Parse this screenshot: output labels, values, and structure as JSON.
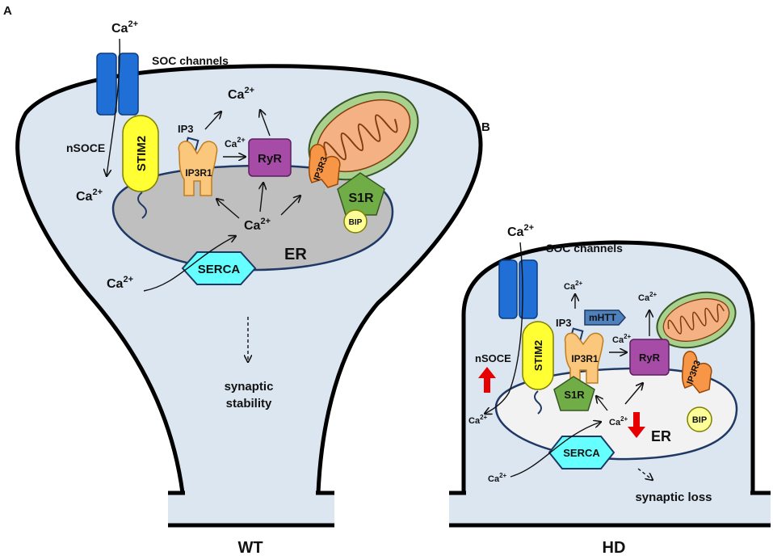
{
  "colors": {
    "cytosol": "#dce6f1",
    "membrane": "#000000",
    "er_wt": "#bfbfbf",
    "er_hd": "#f2f2f2",
    "er_border": "#1f3864",
    "soc_channel": "#1f6fd6",
    "stim2": "#ffff33",
    "ip3r1": "#fac77d",
    "ryr": "#a64ca6",
    "ip3r3": "#f79646",
    "s1r": "#70ad47",
    "bip": "#ffff99",
    "serca": "#66ffff",
    "mhtt": "#4f81bd",
    "mito_outer": "#a9d18e",
    "mito_inner": "#f4b183",
    "increase_arrow": "#e60000"
  },
  "panel_a": {
    "label": "A",
    "ca_top": "Ca",
    "ca_charge": "2+",
    "soc": "SOC channels",
    "nsoce": "nSOCE",
    "stim2": "STIM2",
    "ip3": "IP3",
    "ip3r1": "IP3R1",
    "ryr": "RyR",
    "ip3r3": "IP3R3",
    "s1r": "S1R",
    "bip": "BIP",
    "serca": "SERCA",
    "er": "ER",
    "ca_up": "Ca",
    "ca_mid": "Ca",
    "ca_er": "Ca",
    "ca_cyto": "Ca",
    "ca_serca": "Ca",
    "outcome_1": "synaptic",
    "outcome_2": "stability",
    "genotype": "WT"
  },
  "panel_b": {
    "label": "B",
    "ca_top": "Ca",
    "ca_charge": "2+",
    "soc": "SOC channels",
    "nsoce": "nSOCE",
    "stim2": "STIM2",
    "ip3": "IP3",
    "ip3r1": "IP3R1",
    "mhtt": "mHTT",
    "ryr": "RyR",
    "ip3r3": "IP3R3",
    "s1r": "S1R",
    "bip": "BIP",
    "serca": "SERCA",
    "er": "ER",
    "ca_ip3": "Ca",
    "ca_ryr": "Ca",
    "ca_mid": "Ca",
    "ca_er": "Ca",
    "ca_cyto": "Ca",
    "ca_serca": "Ca",
    "outcome": "synaptic loss",
    "genotype": "HD"
  }
}
